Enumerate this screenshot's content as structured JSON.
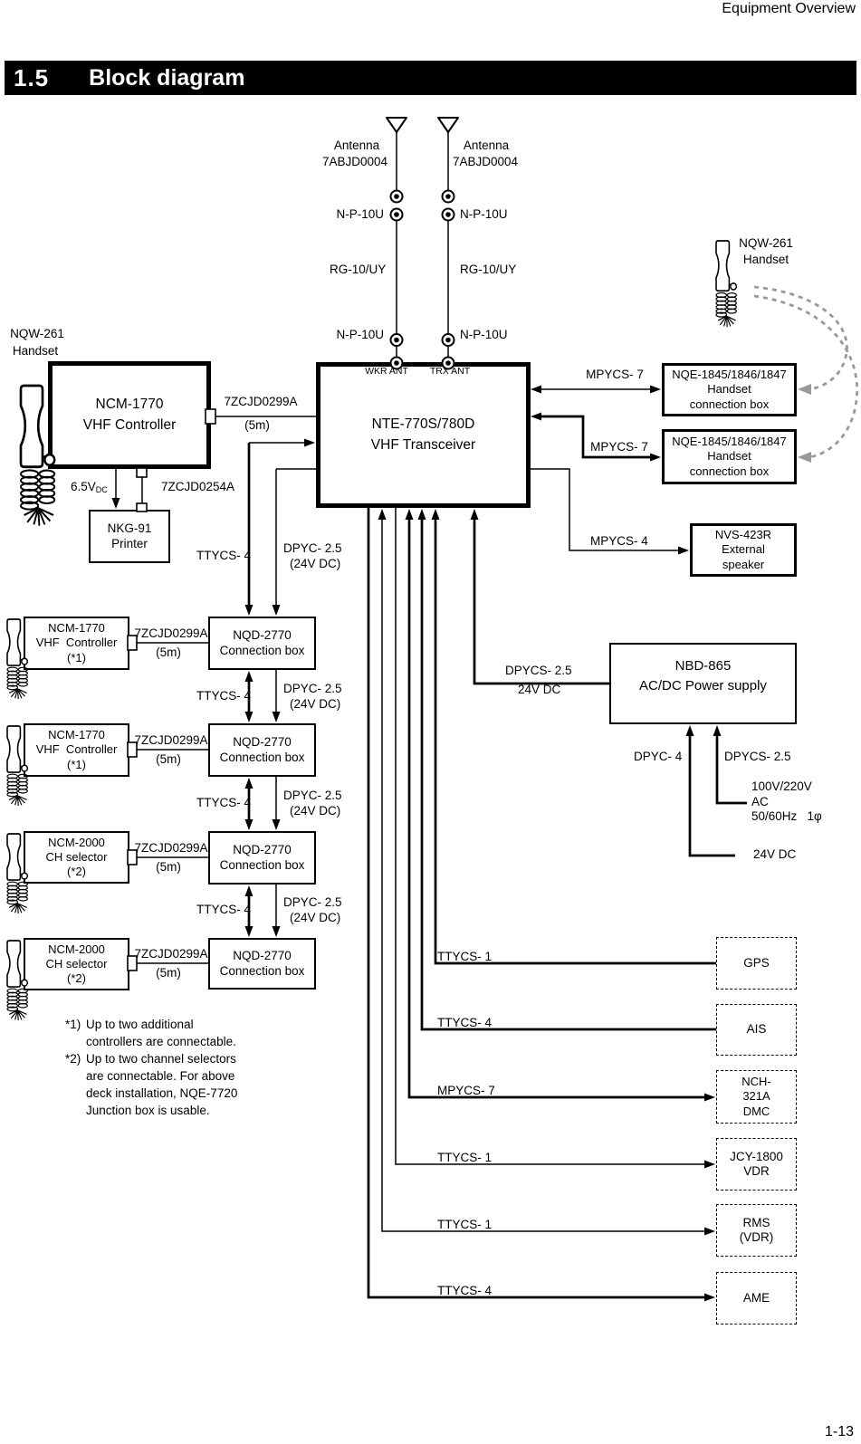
{
  "page": {
    "header": "Equipment Overview",
    "section_number": "1.5",
    "section_title": "Block diagram",
    "page_number": "1-13"
  },
  "colors": {
    "ink": "#000000",
    "gray_dashed": "#999999",
    "bar_bg": "#000000",
    "bar_text": "#ffffff"
  },
  "labels": {
    "antenna": "Antenna",
    "antenna_model": "7ABJD0004",
    "np10u": "N-P-10U",
    "rg10uy": "RG-10/UY",
    "wkr_ant": "WKR ANT",
    "trx_ant": "TRX ANT",
    "mpycs7": "MPYCS- 7",
    "mpycs4": "MPYCS- 4",
    "ttycs4": "TTYCS- 4",
    "ttycs1": "TTYCS- 1",
    "dpyc25": "DPYC- 2.5",
    "v24dc_paren": "(24V DC)",
    "dpycs25": "DPYCS- 2.5",
    "v24dc": "24V DC",
    "dpyc4": "DPYC- 4",
    "ac_voltage": "100V/220V",
    "ac": "AC",
    "ac_freq": "50/60Hz   1φ",
    "cable_7zcjd0299a": "7ZCJD0299A",
    "cable_len_5m": "(5m)",
    "cable_7zcjd0254a": "7ZCJD0254A",
    "v65dc": "6.5V",
    "v65dc_sub": "DC"
  },
  "boxes": {
    "transceiver": {
      "line1": "NTE-770S/780D",
      "line2": "VHF Transceiver"
    },
    "controller_main": {
      "line1": "NCM-1770",
      "line2": "VHF Controller"
    },
    "printer": {
      "line1": "NKG-91",
      "line2": "Printer"
    },
    "handset": {
      "line1": "NQW-261",
      "line2": "Handset"
    },
    "nqe": {
      "line1": "NQE-1845/1846/1847",
      "line2": "Handset",
      "line3": "connection box"
    },
    "speaker": {
      "line1": "NVS-423R",
      "line2": "External",
      "line3": "speaker"
    },
    "power": {
      "line1": "NBD-865",
      "line2": "AC/DC Power supply"
    },
    "controller_sub": {
      "line1": "NCM-1770",
      "line2": "VHF  Controller",
      "line3": "(*1)"
    },
    "selector_sub": {
      "line1": "NCM-2000",
      "line2": "CH selector",
      "line3": "(*2)"
    },
    "nqd": {
      "line1": "NQD-2770",
      "line2": "Connection box"
    },
    "gps": "GPS",
    "ais": "AIS",
    "dmc": {
      "line1": "NCH-",
      "line2": "321A",
      "line3": "DMC"
    },
    "vdr": {
      "line1": "JCY-1800",
      "line2": "VDR"
    },
    "rms": {
      "line1": "RMS",
      "line2": "(VDR)"
    },
    "ame": "AME"
  },
  "footnotes": {
    "f1_marker": "*1)",
    "f1_line1": "Up to two additional",
    "f1_line2": "controllers are connectable.",
    "f2_marker": "*2)",
    "f2_line1": "Up to two channel selectors",
    "f2_line2": "are connectable. For above",
    "f2_line3": "deck installation, NQE-7720",
    "f2_line4": "Junction box is usable."
  }
}
